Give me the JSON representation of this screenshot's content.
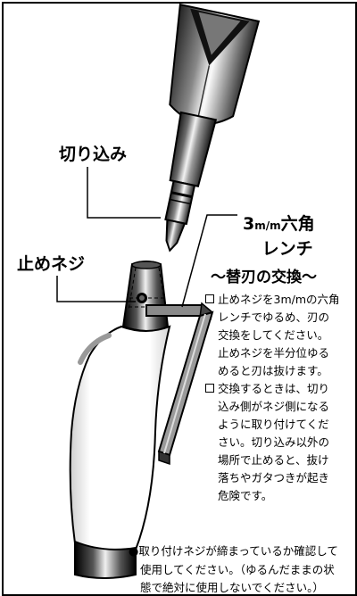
{
  "labels": {
    "notch": "切り込み",
    "set_screw": "止めネジ",
    "wrench_line1_num": "3",
    "wrench_line1_unit": "m/m",
    "wrench_line1_text": "六角",
    "wrench_line2": "レンチ"
  },
  "section_title": "～替刃の交換～",
  "notes": [
    {
      "lines": [
        "止めネジを3m/mの六角",
        "レンチでゆるめ、刃の",
        "交換をしてください。",
        "止めネジを半分位ゆる",
        "めると刃は抜けます。"
      ]
    },
    {
      "lines": [
        "交換するときは、切り",
        "込み側がネジ側になる",
        "ように取り付けてくだ",
        "さい。切り込み以外の",
        "場所で止めると、抜け",
        "落ちやガタつきが起き",
        "危険です。"
      ]
    }
  ],
  "warning": {
    "bullet": "●",
    "lines": [
      "取り付けネジが締まっているか確認して",
      "使用してください。（ゆるんだままの状",
      "態で絶対に使用しないでください。）"
    ]
  },
  "icons": [
    "chisel-blade-icon",
    "handle-icon",
    "hex-wrench-icon"
  ]
}
